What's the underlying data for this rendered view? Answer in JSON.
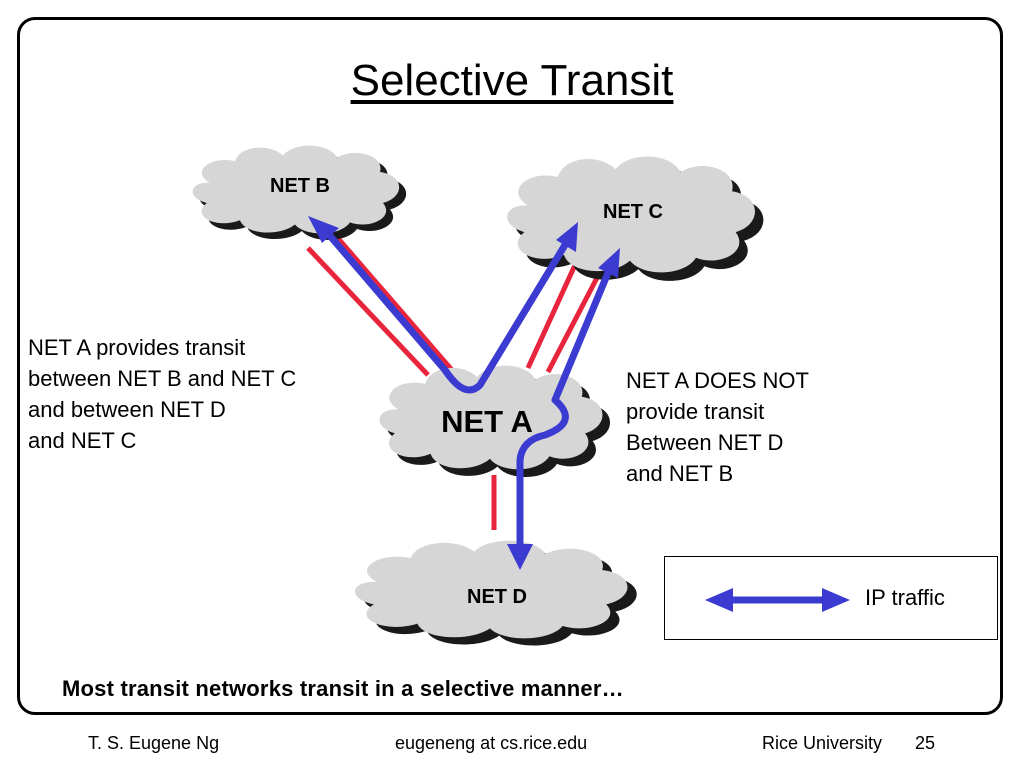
{
  "title": "Selective Transit",
  "networks": {
    "net_b": "NET B",
    "net_c": "NET C",
    "net_a": "NET A",
    "net_d": "NET D"
  },
  "left_note": [
    "NET A provides transit",
    "between NET B and NET C",
    "and between NET D",
    "and NET C"
  ],
  "right_note": [
    "NET A DOES NOT",
    "provide transit",
    "Between NET D",
    "and NET B"
  ],
  "legend": {
    "label": "IP traffic"
  },
  "conclusion": "Most transit networks transit in a selective manner…",
  "footer": {
    "author": "T. S. Eugene Ng",
    "email": "eugeneng at cs.rice.edu",
    "org": "Rice University",
    "page": "25"
  },
  "colors": {
    "link": "#e8253c",
    "traffic": "#3b3bd1",
    "cloud": "#d6d6d6",
    "cloud_shadow": "#1a1a1a"
  }
}
